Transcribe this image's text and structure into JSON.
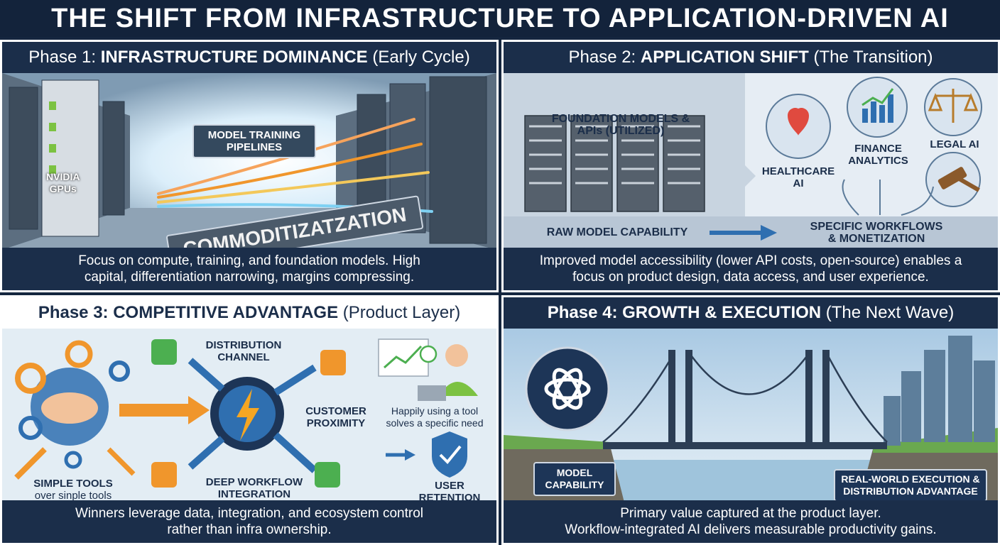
{
  "title": "THE SHIFT FROM INFRASTRUCTURE TO APPLICATION-DRIVEN AI",
  "phase1": {
    "prefix": "Phase 1:",
    "name": "INFRASTRUCTURE DOMINANCE",
    "suffix": "(Early Cycle)",
    "gpu_brand": "NVIDIA",
    "gpu_label": "GPUs",
    "pipelines": "MODEL TRAINING PIPELINES",
    "commoditization": "COMMODITIZATZATION",
    "caption_line1": "Focus on compute, training, and foundation models. High",
    "caption_line2": "capital, differentiation narrowing, margins compressing."
  },
  "phase2": {
    "prefix": "Phase 2:",
    "name": "APPLICATION SHIFT",
    "suffix": "(The Transition)",
    "models_line1": "FOUNDATION MODELS &",
    "models_line2": "APIs (UTILIZED)",
    "raw": "RAW MODEL CAPABILITY",
    "healthcare_line1": "HEALTHCARE",
    "healthcare_line2": "AI",
    "finance_line1": "FINANCE",
    "finance_line2": "ANALYTICS",
    "legal": "LEGAL AI",
    "workflows_line1": "SPECIFIC WORKFLOWS",
    "workflows_line2": "& MONETIZATION",
    "caption_line1": "Improved model accessibility (lower API costs, open-source) enables a",
    "caption_line2": "focus on product design, data access, and user experience."
  },
  "phase3": {
    "prefix": "Phase 3:",
    "name": "COMPETITIVE ADVANTAGE",
    "suffix": "(Product Layer)",
    "simple_line1": "SIMPLE TOOLS",
    "simple_line2": "over sinple tools",
    "distribution_line1": "DISTRIBUTION",
    "distribution_line2": "CHANNEL",
    "customer_line1": "CUSTOMER",
    "customer_line2": "PROXIMITY",
    "deep_line1": "DEEP WORKFLOW",
    "deep_line2": "INTEGRATION",
    "happy_line1": "Happily using a tool",
    "happy_line2": "solves a specific need",
    "retention_line1": "USER",
    "retention_line2": "RETENTION",
    "caption_line1": "Winners leverage data, integration, and ecosystem control",
    "caption_line2": "rather than infra ownership."
  },
  "phase4": {
    "prefix": "Phase 4:",
    "name": "GROWTH & EXECUTION",
    "suffix": "(The Next Wave)",
    "model_line1": "MODEL",
    "model_line2": "CAPABILITY",
    "exec_line1": "REAL-WORLD EXECUTION &",
    "exec_line2": "DISTRIBUTION ADVANTAGE",
    "caption_line1": "Primary value captured at the product layer.",
    "caption_line2": "Workflow-integrated AI delivers measurable productivity gains."
  },
  "colors": {
    "navy": "#1b2e4a",
    "accent_blue": "#2f6fb0",
    "orange": "#f0962c",
    "green": "#4caf50"
  }
}
